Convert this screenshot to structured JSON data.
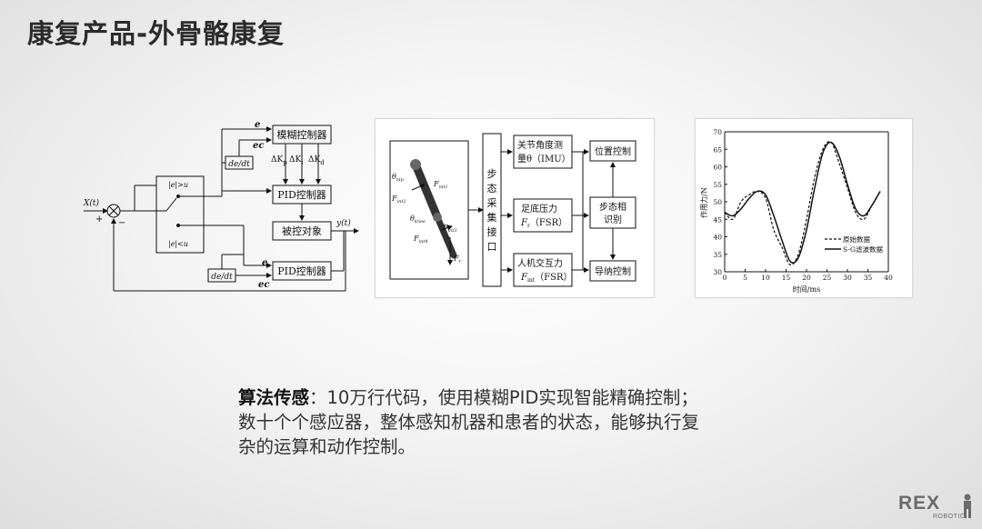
{
  "page": {
    "title": "康复产品-外骨骼康复"
  },
  "diagram1": {
    "fuzzy": "模糊控制器",
    "pid_top": "PID控制器",
    "plant": "被控对象",
    "pid_bottom": "PID控制器",
    "dedt_top": "de/dt",
    "dedt_bottom": "de/dt",
    "e_top": "e",
    "ec_top": "ec",
    "e_bottom": "e",
    "ec_bottom": "ec",
    "input": "X(t)",
    "output": "y(t)",
    "plus": "+",
    "minus": "−",
    "dkp": "ΔK",
    "dki": "ΔK",
    "dkd": "ΔK",
    "sub_p": "p",
    "sub_i": "i",
    "sub_d": "d",
    "switch_top": "|e|>u",
    "switch_bottom": "|e|<u"
  },
  "diagram2": {
    "theta_hip": "θ",
    "sub_hip": "hip",
    "theta_knee": "θ",
    "sub_knee": "knee",
    "f_int1": "F",
    "sub_int1": "int1",
    "f_int2": "F",
    "sub_int2": "int2",
    "f_int3": "F",
    "sub_int3": "int3",
    "f_int4": "F",
    "sub_int4": "int4",
    "f_r": "F",
    "sub_r": "r",
    "collect": [
      "步",
      "态",
      "采",
      "集",
      "接",
      "口"
    ],
    "sensor1_l1": "关节角度测",
    "sensor1_l2": "量θ（IMU）",
    "sensor2_l1": "足底压力",
    "sensor2_l2": "F",
    "sensor2_sub": "r",
    "sensor2_l3": "（FSR）",
    "sensor3_l1": "人机交互力",
    "sensor3_l2": "F",
    "sensor3_sub": "int",
    "sensor3_l3": "（FSR）",
    "pos_ctrl": "位置控制",
    "phase_l1": "步态相",
    "phase_l2": "识别",
    "adm_ctrl": "导纳控制"
  },
  "chart_data": {
    "type": "line",
    "xlabel": "时间/ms",
    "ylabel": "作用力/N",
    "xlim": [
      0,
      40
    ],
    "ylim": [
      30,
      70
    ],
    "xticks": [
      0,
      5,
      10,
      15,
      20,
      25,
      30,
      35,
      40
    ],
    "yticks": [
      30,
      35,
      40,
      45,
      50,
      55,
      60,
      65,
      70
    ],
    "grid": false,
    "legend_position": "bottom-right",
    "series": [
      {
        "name": "原始数据",
        "style": "dashed",
        "x": [
          0,
          2,
          4,
          6,
          8,
          10,
          12,
          14,
          16,
          18,
          20,
          22,
          24,
          26,
          28,
          30,
          32,
          34,
          36,
          38
        ],
        "y": [
          47,
          45,
          50,
          52,
          53,
          51,
          42,
          37,
          32,
          35,
          45,
          57,
          65,
          67,
          61,
          54,
          47,
          45,
          49,
          53
        ]
      },
      {
        "name": "S-G滤波数据",
        "style": "solid",
        "x": [
          0,
          2,
          4,
          6,
          8,
          10,
          12,
          14,
          16,
          18,
          20,
          22,
          24,
          26,
          28,
          30,
          32,
          34,
          36,
          38
        ],
        "y": [
          47,
          46,
          48,
          51,
          53,
          52,
          46,
          39,
          33,
          34,
          42,
          54,
          64,
          67,
          63,
          55,
          48,
          46,
          49,
          53
        ]
      }
    ]
  },
  "description": {
    "heading": "算法传感",
    "body": "：10万行代码，使用模糊PID实现智能精确控制；数十个个感应器，整体感知机器和患者的状态，能够执行复杂的运算和动作控制。"
  },
  "logo": {
    "main": "REX",
    "sub": "ROBOTIC"
  }
}
